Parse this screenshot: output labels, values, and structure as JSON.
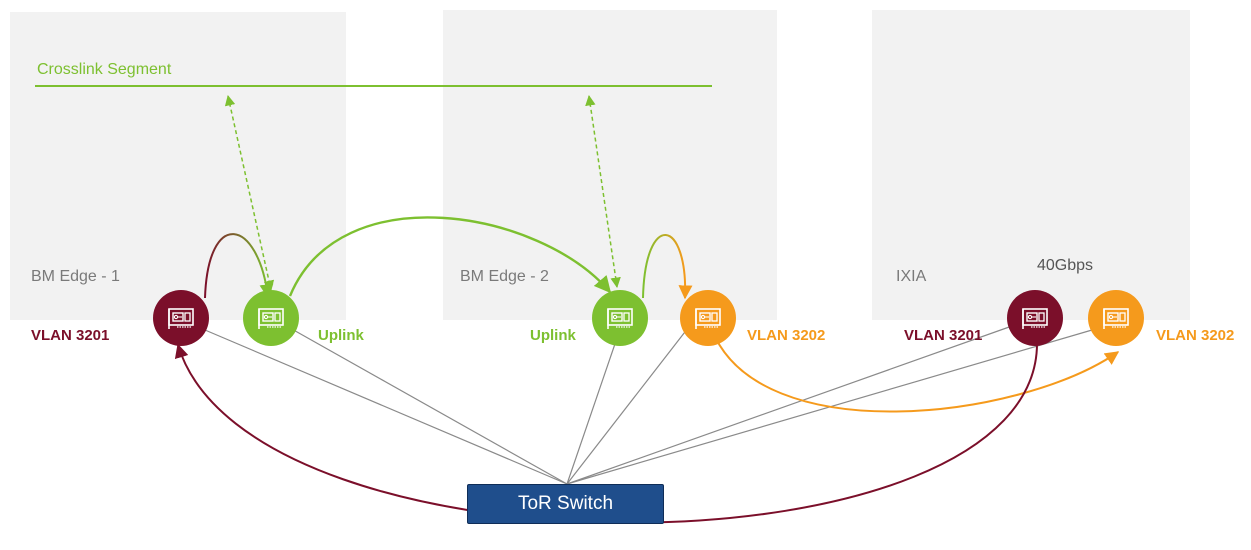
{
  "colors": {
    "maroon": "#7b0f2a",
    "green": "#7dc030",
    "orange": "#f59a1c",
    "tor": "#1f4e8c",
    "gray_line": "#8a8a8a",
    "host_bg": "#f2f2f2"
  },
  "hosts": {
    "edge1": {
      "label": "BM Edge - 1"
    },
    "edge2": {
      "label": "BM Edge - 2"
    },
    "ixia": {
      "label": "IXIA",
      "speed": "40Gbps"
    }
  },
  "segment": {
    "label": "Crosslink Segment"
  },
  "nic_labels": {
    "edge1_vlan": "VLAN 3201",
    "edge1_uplink": "Uplink",
    "edge2_uplink": "Uplink",
    "edge2_vlan": "VLAN 3202",
    "ixia_vlan_a": "VLAN 3201",
    "ixia_vlan_b": "VLAN 3202"
  },
  "switch": {
    "label": "ToR Switch"
  },
  "icons": [
    "nic-icon"
  ]
}
